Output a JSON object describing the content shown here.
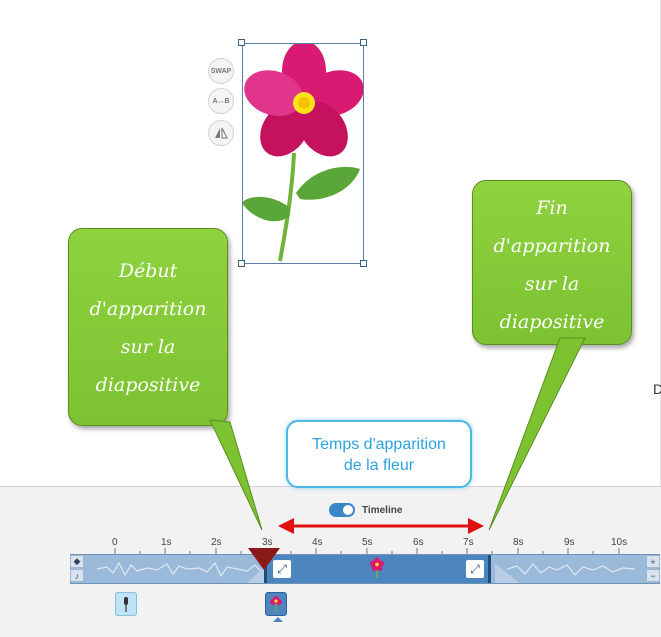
{
  "tools": {
    "swap_label": "SWAP",
    "ab_label": "A↔B",
    "flip_icon": "flip-icon"
  },
  "callouts": {
    "start": [
      "Début",
      "d'apparition",
      "sur la",
      "diapositive"
    ],
    "end": [
      "Fin",
      "d'apparition",
      "sur la",
      "diapositive"
    ],
    "duration": [
      "Temps d'apparition",
      "de la fleur"
    ]
  },
  "stray_char": "D",
  "timeline": {
    "toggle_label": "Timeline",
    "toggle_on": true,
    "ticks": [
      "0",
      "1s",
      "2s",
      "3s",
      "4s",
      "5s",
      "6s",
      "7s",
      "8s",
      "9s",
      "10s"
    ],
    "segment_start_s": 3,
    "segment_end_s": 7.5,
    "playhead_s": 3,
    "zoom_in_label": "+",
    "zoom_out_label": "−"
  },
  "colors": {
    "callout_green": "#7cc231",
    "callout_blue": "#4fb7e6",
    "arrow_red": "#e01010",
    "segment_blue": "#4d86bf",
    "petal_pink": "#d91a72"
  }
}
